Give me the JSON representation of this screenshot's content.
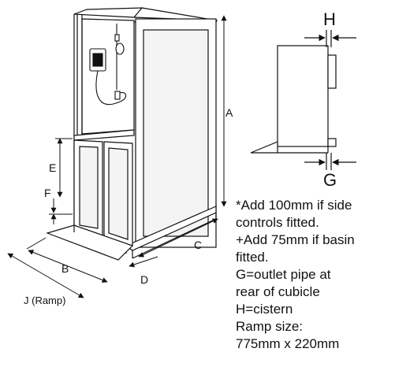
{
  "dimension_labels": {
    "A": "A",
    "B": "B",
    "C": "C",
    "D": "D",
    "E": "E",
    "F": "F",
    "G": "G",
    "H": "H",
    "J": "J (Ramp)"
  },
  "notes": [
    "*Add 100mm if side",
    "controls fitted.",
    "+Add 75mm if basin",
    "fitted.",
    "G=outlet pipe at",
    "rear of cubicle",
    "H=cistern",
    "Ramp size:",
    "775mm x 220mm"
  ],
  "colors": {
    "line": "#111111",
    "background": "#ffffff",
    "panel": "#f4f4f4"
  }
}
